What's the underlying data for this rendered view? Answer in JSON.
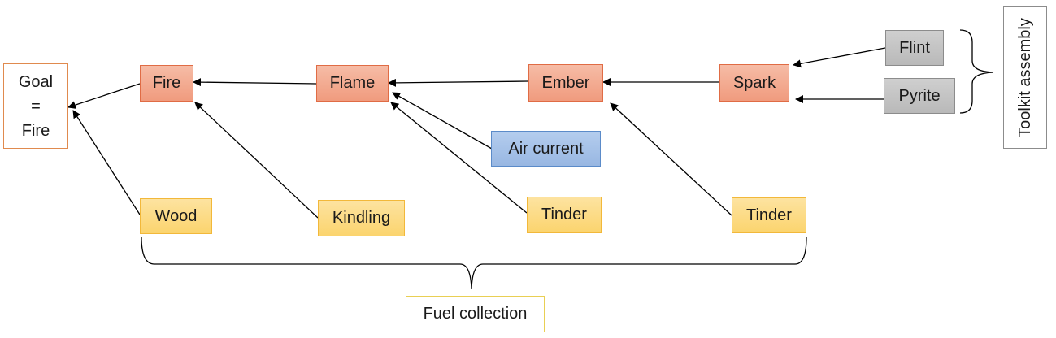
{
  "diagram": {
    "goal": [
      "Goal",
      "=",
      "Fire"
    ],
    "chain": {
      "fire": "Fire",
      "flame": "Flame",
      "ember": "Ember",
      "spark": "Spark"
    },
    "fuels": {
      "wood": "Wood",
      "kindling": "Kindling",
      "tinder_flame": "Tinder",
      "tinder_ember": "Tinder"
    },
    "air_current": "Air current",
    "tools": {
      "flint": "Flint",
      "pyrite": "Pyrite"
    },
    "groups": {
      "fuel_collection": "Fuel collection",
      "toolkit_assembly": "Toolkit assembly"
    }
  }
}
